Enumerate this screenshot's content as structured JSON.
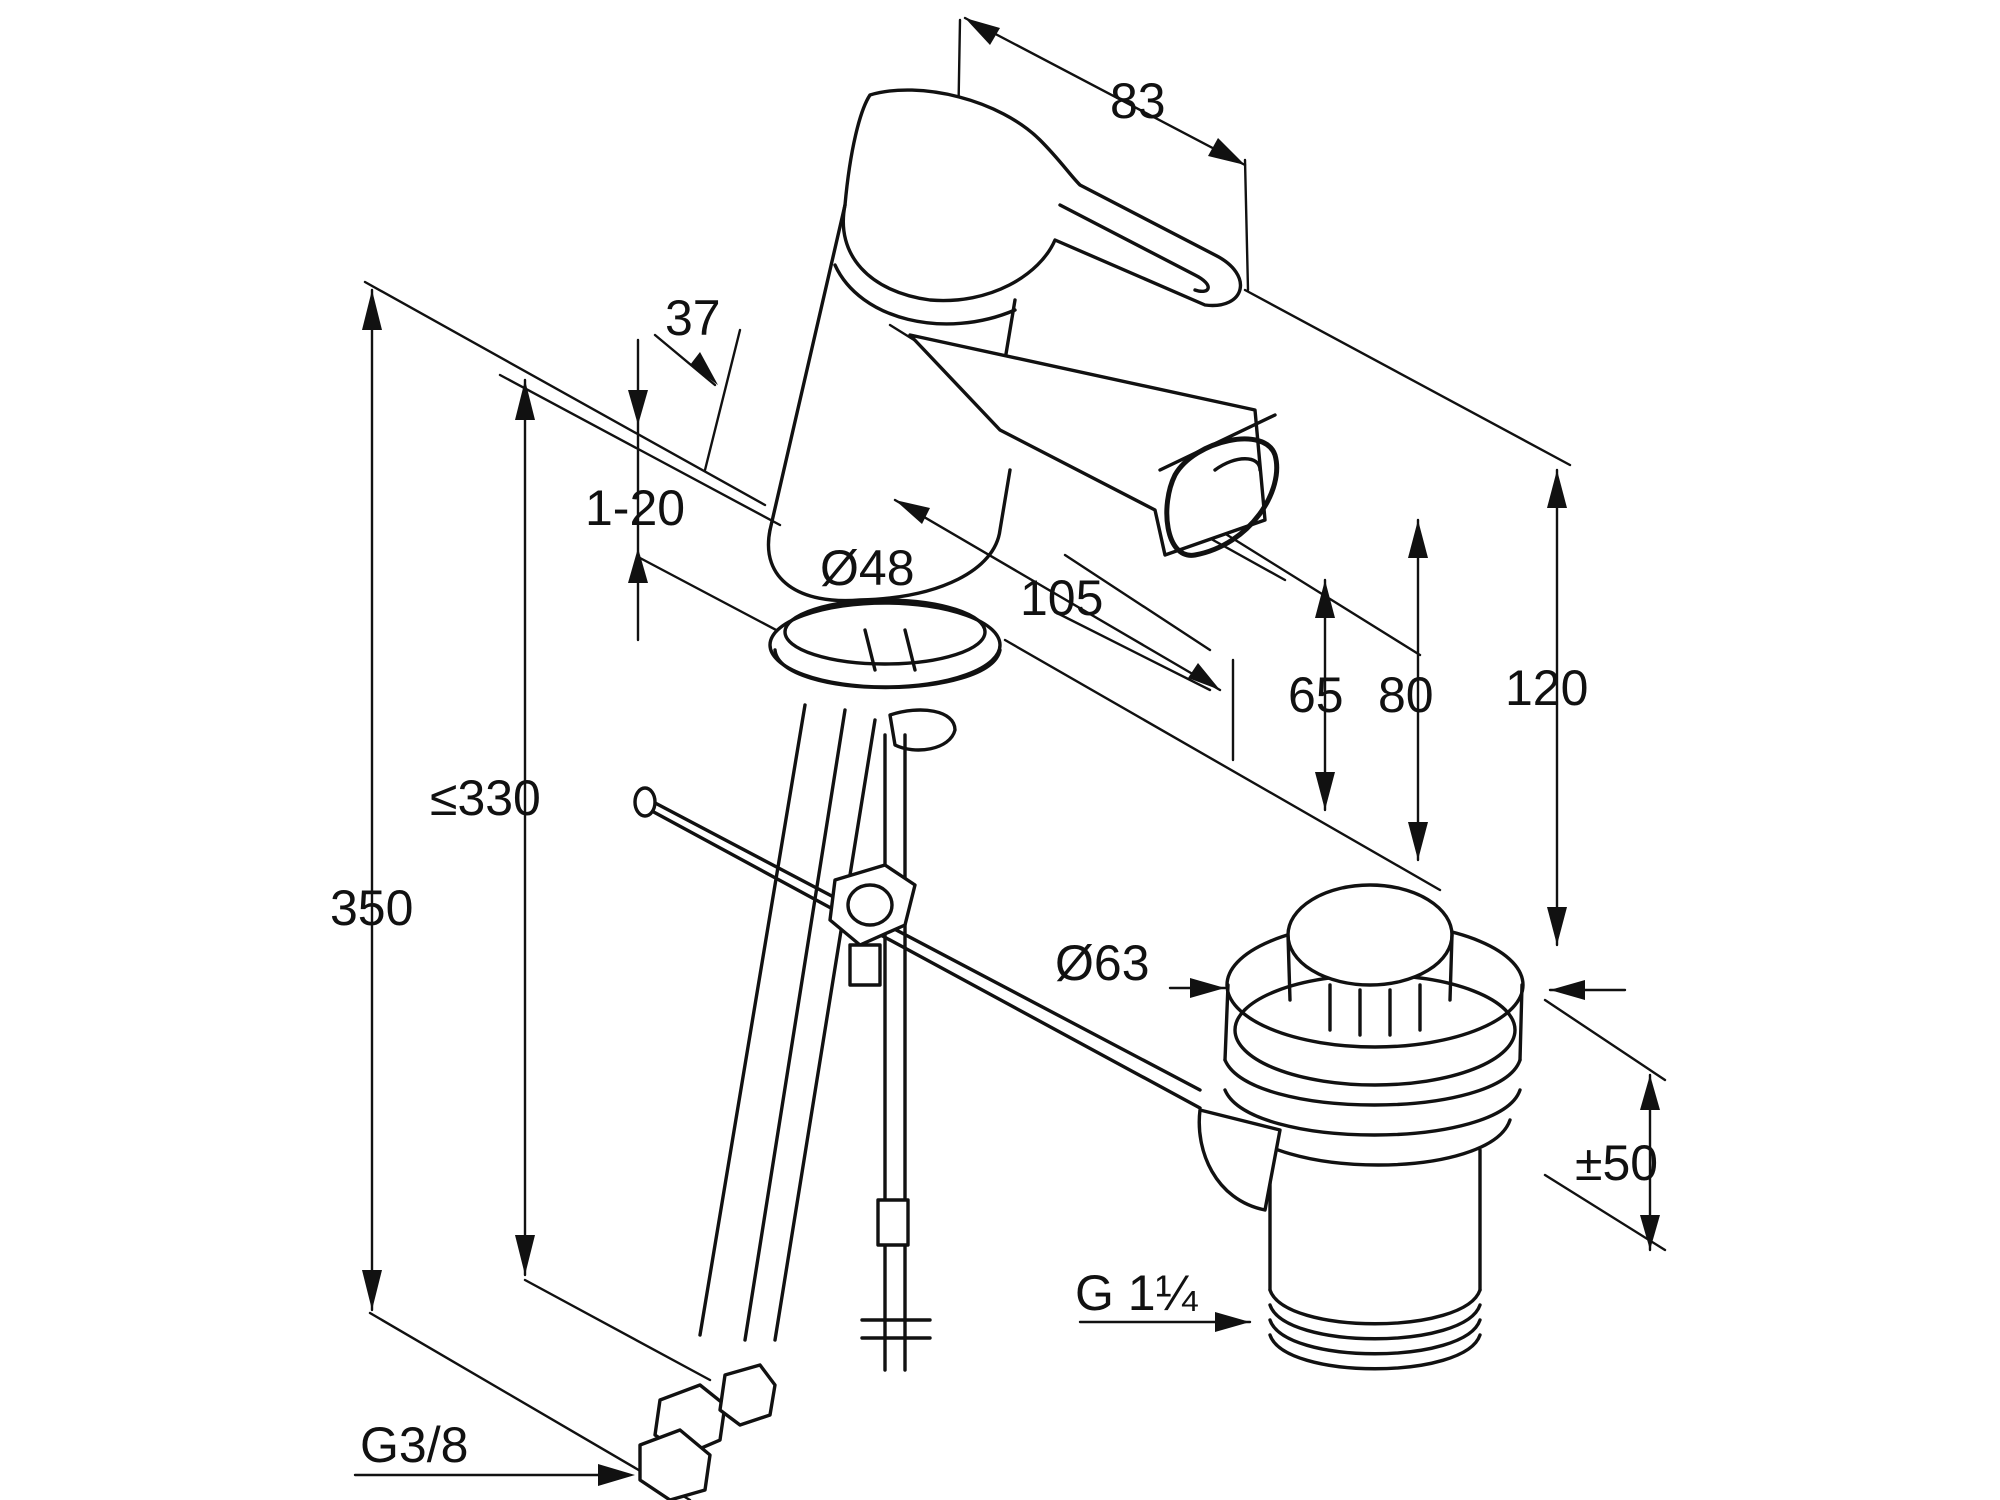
{
  "dimensions": {
    "width_83": "83",
    "offset_37": "37",
    "angle_1_20": "1-20",
    "diameter_48": "Ø48",
    "reach_105": "105",
    "height_65": "65",
    "height_80": "80",
    "height_120": "120",
    "max_330": "≤330",
    "length_350": "350",
    "diameter_63": "Ø63",
    "stroke_50": "±50",
    "thread_g114": "G 1¼",
    "thread_g38": "G3/8"
  }
}
